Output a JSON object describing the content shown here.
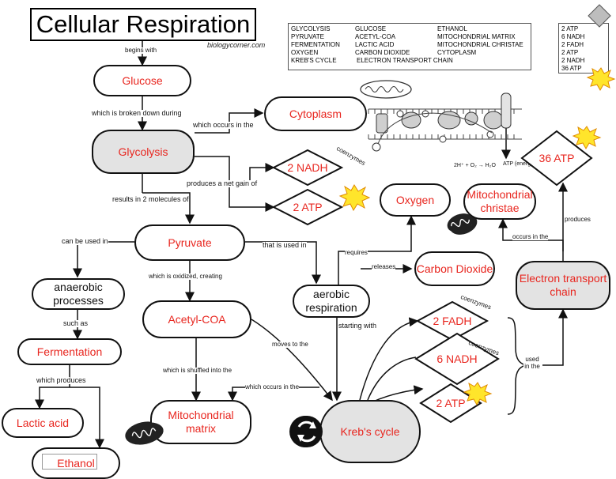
{
  "title": "Cellular Respiration",
  "credit": "biologycorner.com",
  "word_bank": {
    "col1": [
      "GLYCOLYSIS",
      "PYRUVATE",
      "FERMENTATION",
      "OXYGEN",
      "KREB'S CYCLE"
    ],
    "col2": [
      "GLUCOSE",
      "ACETYL-COA",
      "LACTIC ACID",
      "CARBON DIOXIDE",
      "ELECTRON TRANSPORT CHAIN"
    ],
    "col3": [
      "ETHANOL",
      "MITOCHONDRIAL MATRIX",
      "MITOCHONDRIAL CHRISTAE",
      "CYTOPLASM"
    ]
  },
  "atp_list": [
    "2 ATP",
    "6 NADH",
    "2 FADH",
    "2 ATP",
    "2 NADH",
    "36 ATP"
  ],
  "nodes": {
    "glucose": "Glucose",
    "cytoplasm": "Cytoplasm",
    "glycolysis": "Glycolysis",
    "nadh2": "2 NADH",
    "atp2a": "2 ATP",
    "oxygen": "Oxygen",
    "mito_christae": "Mitochondrial christae",
    "atp36": "36 ATP",
    "pyruvate": "Pyruvate",
    "carbon_dioxide": "Carbon Dioxide",
    "anaerobic": "anaerobic processes",
    "acetyl_coa": "Acetyl-COA",
    "aerobic": "aerobic respiration",
    "etc": "Electron transport chain",
    "fadh2": "2 FADH",
    "nadh6": "6 NADH",
    "fermentation": "Fermentation",
    "atp2b": "2 ATP",
    "lactic_acid": "Lactic acid",
    "mito_matrix": "Mitochondrial matrix",
    "krebs": "Kreb's cycle",
    "ethanol": "Ethanol"
  },
  "labels": {
    "begins_with": "begins with",
    "broken_down": "which is broken down during",
    "occurs_in": "which occurs in the",
    "net_gain": "produces a net gain of",
    "results_in": "results in 2 molecules of",
    "can_be_used": "can be used in",
    "that_is_used": "that is used in",
    "requires": "requires",
    "releases": "releases",
    "oxidized": "which is oxidized, creating",
    "such_as": "such as",
    "starting_with": "starting with",
    "moves_to": "moves to the",
    "which_produces": "which produces",
    "shuffled": "which is shuffled into the",
    "occurs_in_2": "which occurs in the",
    "occurs_in_3": "occurs in the",
    "produces": "produces",
    "used_in_the": "used in the",
    "coenzymes": "coenzymes",
    "coenzymes2": "coenzymes",
    "coenzymes3": "coenzymes",
    "atp_energy": "ATP (energy)",
    "h2o_eq": "2H⁺ + O₂ → H₂O"
  }
}
